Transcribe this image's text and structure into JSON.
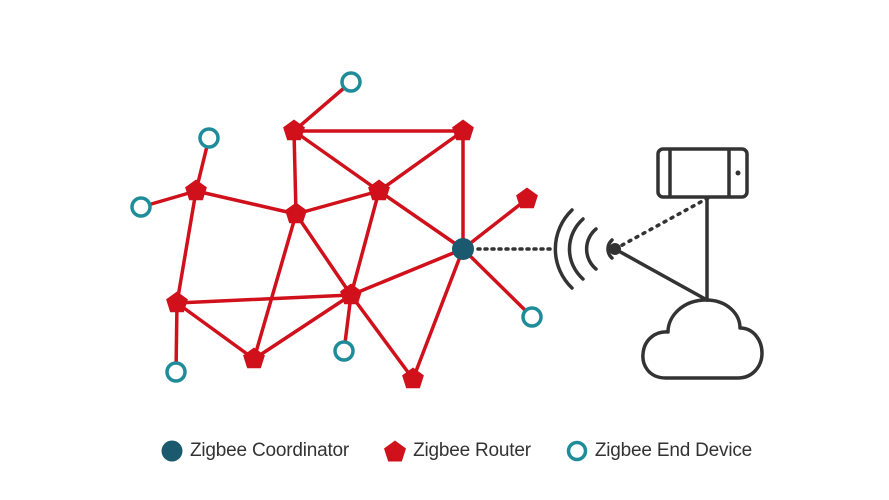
{
  "colors": {
    "router": "#d0111b",
    "coordinator": "#1b5a6e",
    "end_device": "#1f8c9a",
    "gateway_stroke": "#333333"
  },
  "legend": {
    "coordinator": "Zigbee Coordinator",
    "router": "Zigbee Router",
    "end_device": "Zigbee End Device"
  },
  "icons": {
    "wireless": "wireless-waves-icon",
    "phone": "smartphone-icon",
    "cloud": "cloud-icon"
  }
}
